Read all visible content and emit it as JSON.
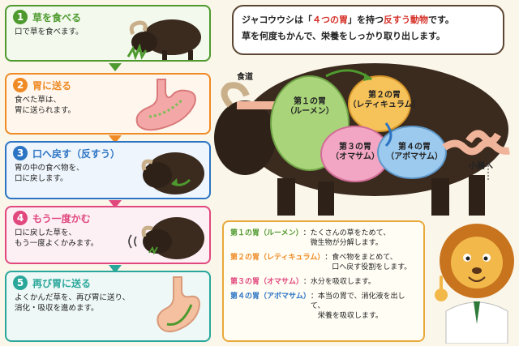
{
  "steps": [
    {
      "num": "1",
      "title": "草を食べる",
      "text": "口で草を食べます。",
      "color": "#4e9a2f"
    },
    {
      "num": "2",
      "title": "胃に送る",
      "text": "食べた草は、\n胃に送られます。",
      "color": "#ef8a24"
    },
    {
      "num": "3",
      "title": "口へ戻す（反すう）",
      "text": "胃の中の食べ物を、\n口に戻します。",
      "color": "#2b74c3"
    },
    {
      "num": "4",
      "title": "もう一度かむ",
      "text": "口に戻した草を、\nもう一度よくかみます。",
      "color": "#e0487e"
    },
    {
      "num": "5",
      "title": "再び胃に送る",
      "text": "よくかんだ草を、再び胃に送り、\n消化・吸収を進めます。",
      "color": "#2aa79b"
    }
  ],
  "speech": {
    "line1_a": "ジャコウウシは「",
    "line1_b": "４つの胃",
    "line1_c": "」を持つ",
    "line1_d": "反すう動物",
    "line1_e": "です。",
    "line2": "草を何度もかんで、栄養をしっかり取り出します。"
  },
  "labels": {
    "esophagus": "食道",
    "rumen": "第１の胃\n（ルーメン）",
    "reticulum": "第２の胃\n（レティキュラム）",
    "omasum": "第３の胃\n（オマサム）",
    "abomasum": "第４の胃\n（アボマサム）",
    "intestine": "小腸へ"
  },
  "legend": [
    {
      "name": "第１の胃（ルーメン）",
      "desc": "：たくさんの草をためて、\n　微生物が分解します。",
      "color": "#4e9a2f"
    },
    {
      "name": "第２の胃（レティキュラム）",
      "desc": "：食べ物をまとめて、\n　口へ戻す役割をします。",
      "color": "#ef8a24"
    },
    {
      "name": "第３の胃（オマサム）",
      "desc": "：水分を吸収します。",
      "color": "#e0487e"
    },
    {
      "name": "第４の胃（アボマサム）",
      "desc": "：本当の胃で、消化液を出して、\n　栄養を吸収します。",
      "color": "#2b74c3"
    }
  ],
  "colors": {
    "rumen": "#a9d47a",
    "reticulum": "#f6c25a",
    "omasum": "#f2a6c3",
    "abomasum": "#9cc9ee",
    "intestine": "#f0b49a",
    "fur": "#3b2a1e"
  }
}
